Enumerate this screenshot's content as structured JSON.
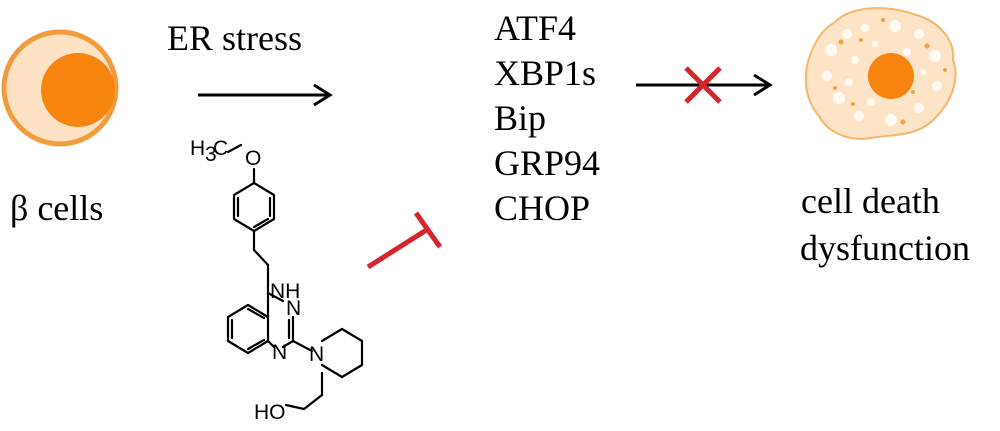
{
  "beta_cells": {
    "label": "β cells",
    "colors": {
      "outer_fill": "#fde2c4",
      "outer_ring": "#f39c3d",
      "nucleus": "#f7840f"
    }
  },
  "er_stress": {
    "label": "ER stress"
  },
  "markers": [
    "ATF4",
    "XBP1s",
    "Bip",
    "GRP94",
    "CHOP"
  ],
  "outcome": {
    "line1": "cell death",
    "line2": "dysfunction",
    "colors": {
      "cell_fill": "#fde4c6",
      "nucleus": "#f7840f"
    }
  },
  "inhibition": {
    "color": "#d7262b"
  },
  "blocked_arrow": {
    "cross_color": "#d7262b"
  },
  "compound": {
    "methyl": "H",
    "methyl_sub": "3",
    "methyl_c": "C",
    "oxygen": "O",
    "nh": "NH",
    "n_top": "N",
    "n_bottom": "N",
    "n_pip": "N",
    "hydroxyl": "HO"
  }
}
